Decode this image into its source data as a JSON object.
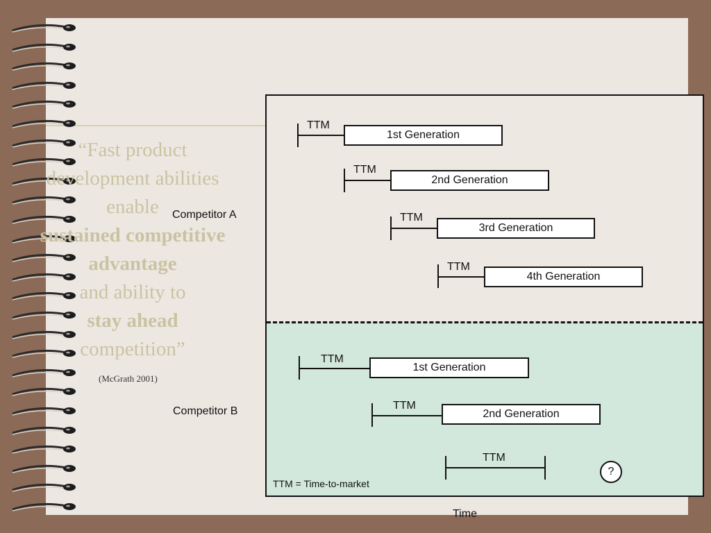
{
  "quote": {
    "line1": "“Fast product",
    "line2": "development abilities",
    "line3": "enable",
    "line4": "sustained competitive",
    "line5": "advantage",
    "line6": "and ability to",
    "line7": "stay ahead",
    "line8": "competition”",
    "citation": "(McGrath 2001)"
  },
  "competitor_a": {
    "label": "Competitor A",
    "generations": [
      {
        "ttm": "TTM",
        "label": "1st Generation"
      },
      {
        "ttm": "TTM",
        "label": "2nd Generation"
      },
      {
        "ttm": "TTM",
        "label": "3rd Generation"
      },
      {
        "ttm": "TTM",
        "label": "4th Generation"
      }
    ]
  },
  "competitor_b": {
    "label": "Competitor B",
    "generations": [
      {
        "ttm": "TTM",
        "label": "1st Generation"
      },
      {
        "ttm": "TTM",
        "label": "2nd Generation"
      },
      {
        "ttm": "TTM",
        "label": "?"
      }
    ]
  },
  "legend": "TTM = Time-to-market",
  "axis": "Time",
  "colors": {
    "background": "#8b6a57",
    "paper": "#ede7e2",
    "competitor_b_fill": "#d3e8dc",
    "quote_text": "#c9c3a3"
  }
}
